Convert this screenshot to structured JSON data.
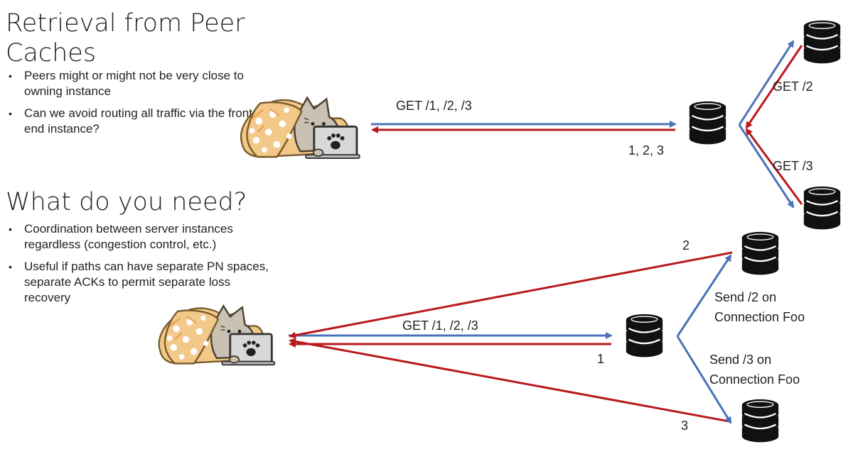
{
  "top_section": {
    "title": "Retrieval from Peer Caches",
    "bullets": [
      "Peers might or might not be very close to owning instance",
      "Can we avoid routing all traffic via the front-end instance?"
    ]
  },
  "bottom_section": {
    "title": "What do you need?",
    "bullets": [
      "Coordination between server instances regardless (congestion control, etc.)",
      "Useful if paths can have separate PN spaces, separate ACKs to permit separate loss recovery"
    ]
  },
  "diagram_top": {
    "request_label": "GET /1, /2, /3",
    "response_label": "1, 2, 3",
    "peer_label_2": "GET /2",
    "peer_label_3": "GET /3"
  },
  "diagram_bottom": {
    "request_label": "GET /1, /2, /3",
    "response_label_1": "1",
    "response_label_2": "2",
    "response_label_3": "3",
    "forward_label_2": [
      "Send /2 on",
      "Connection Foo"
    ],
    "forward_label_3": [
      "Send /3 on",
      "Connection Foo"
    ]
  },
  "colors": {
    "request_arrow": "#4a72b8",
    "response_arrow": "#b8191c",
    "server": "#111111"
  },
  "icons": [
    "pusheen-cat-laptop-illustration",
    "database-server-icon",
    "paw-print-icon"
  ]
}
